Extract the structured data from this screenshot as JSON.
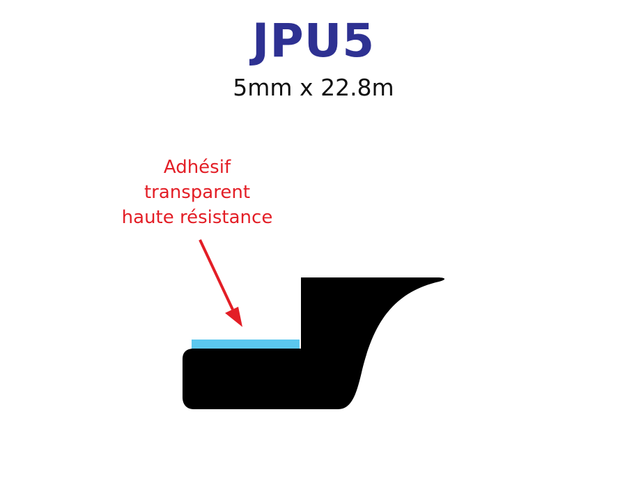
{
  "header": {
    "title": "JPU5",
    "dimensions": "5mm x 22.8m"
  },
  "annotation": {
    "lines": [
      "Adhésif",
      "transparent",
      "haute résistance"
    ]
  },
  "colors": {
    "title": "#2e3192",
    "annotation": "#e31e26",
    "adhesive": "#5bc8ef",
    "profile": "#000000",
    "text": "#111111"
  },
  "diagram": {
    "parts": [
      "adhesive-strip",
      "rubber-seal-profile"
    ],
    "arrow_points_to": "adhesive-strip"
  }
}
